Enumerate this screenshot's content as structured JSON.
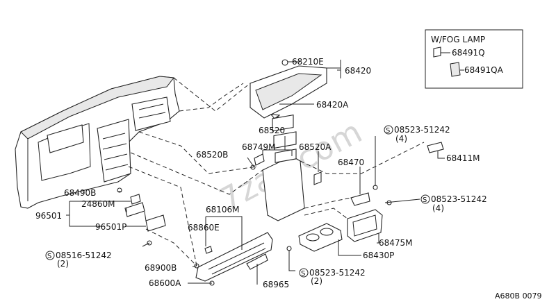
{
  "inset": {
    "title": "W/FOG LAMP",
    "parts": [
      "68491Q",
      "68491QA"
    ]
  },
  "callouts": {
    "p68210E": "68210E",
    "p68420": "68420",
    "p68420A": "68420A",
    "p68520": "68520",
    "p68749M": "68749M",
    "p68520A": "68520A",
    "p68520B": "68520B",
    "p68470": "68470",
    "p68411M": "68411M",
    "p68490B": "68490B",
    "p24860M": "24860M",
    "p96501": "96501",
    "p96501P": "96501P",
    "p68106M": "68106M",
    "p68860E": "68860E",
    "p68900B": "68900B",
    "p68600A": "68600A",
    "p68965": "68965",
    "p68430P": "68430P",
    "p68475M": "68475M"
  },
  "screws": {
    "s1": {
      "symbol": "S",
      "part": "08523-51242",
      "qty": "(4)"
    },
    "s2": {
      "symbol": "S",
      "part": "08523-51242",
      "qty": "(4)"
    },
    "s3": {
      "symbol": "S",
      "part": "08516-51242",
      "qty": "(2)"
    },
    "s4": {
      "symbol": "S",
      "part": "08523-51242",
      "qty": "(2)"
    }
  },
  "diagram_code": "A680B 0079",
  "watermark": "7zap.com"
}
